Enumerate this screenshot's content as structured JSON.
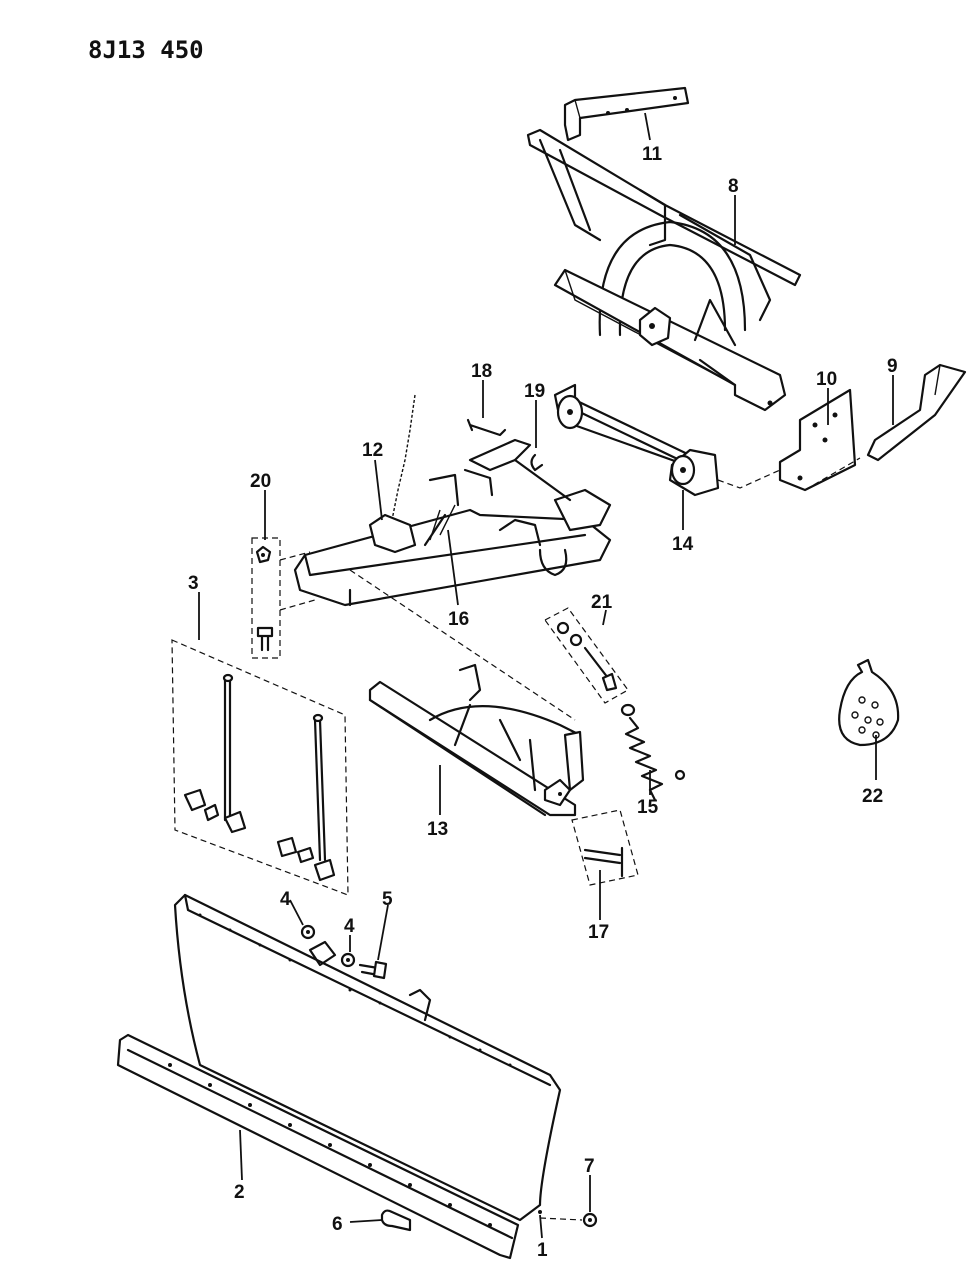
{
  "drawing_code": "8J13  450",
  "callouts": {
    "c1": "1",
    "c2": "2",
    "c3": "3",
    "c4a": "4",
    "c4b": "4",
    "c5": "5",
    "c6": "6",
    "c7": "7",
    "c8": "8",
    "c9": "9",
    "c10": "10",
    "c11": "11",
    "c12": "12",
    "c13": "13",
    "c14": "14",
    "c15": "15",
    "c16": "16",
    "c17": "17",
    "c18": "18",
    "c19": "19",
    "c20": "20",
    "c21": "21",
    "c22": "22"
  }
}
